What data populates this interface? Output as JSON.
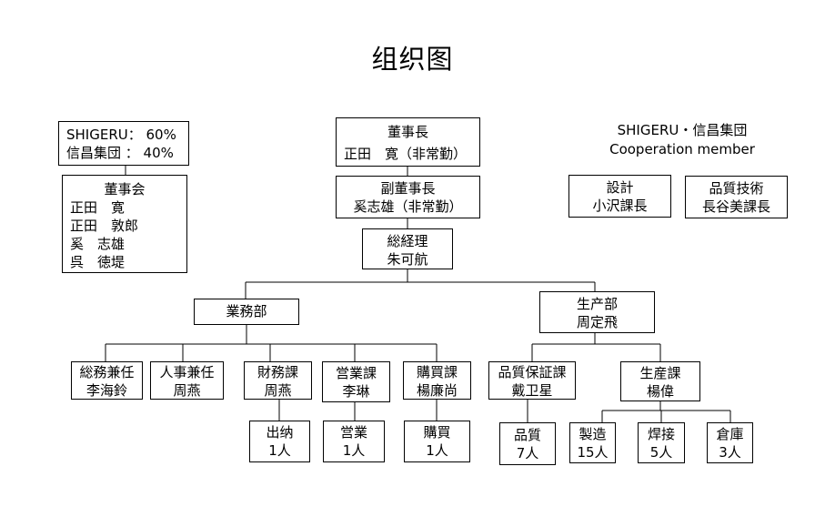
{
  "title": "组织图",
  "shareholders": [
    "SHIGERU： 60%",
    "信昌集団 ： 40%"
  ],
  "board": {
    "title": "董事会",
    "members": [
      "正田　寛",
      "正田　敦郎",
      "奚　志雄",
      "呉　徳堤"
    ]
  },
  "chairman": {
    "title": "董事長",
    "name": "正田　寛（非常勤）"
  },
  "vice_chairman": {
    "title": "副董事長",
    "name": "奚志雄（非常勤）"
  },
  "gm": {
    "title": "総経理",
    "name": "朱可航"
  },
  "coop": {
    "heading": "SHIGERU・信昌集団",
    "subheading": "Cooperation member",
    "design": {
      "title": "設計",
      "name": "小沢課長"
    },
    "quality_tech": {
      "title": "品質技術",
      "name": "長谷美課長"
    }
  },
  "business_dept": {
    "title": "業務部"
  },
  "production_dept": {
    "title": "生产部",
    "name": "周定飛"
  },
  "sections": {
    "general": {
      "title": "総務兼任",
      "name": "李海鈴"
    },
    "hr": {
      "title": "人事兼任",
      "name": "周燕"
    },
    "finance": {
      "title": "財務課",
      "name": "周燕"
    },
    "sales": {
      "title": "営業課",
      "name": "李琳"
    },
    "purchase": {
      "title": "購買課",
      "name": "楊廉尚"
    },
    "qa": {
      "title": "品質保証課",
      "name": "戴卫星"
    },
    "production": {
      "title": "生産課",
      "name": "楊偉"
    }
  },
  "units": {
    "cashier": {
      "title": "出纳",
      "count": "1人"
    },
    "sales": {
      "title": "営業",
      "count": "1人"
    },
    "purchase": {
      "title": "購買",
      "count": "1人"
    },
    "quality": {
      "title": "品質",
      "count": "7人"
    },
    "manufacturing": {
      "title": "製造",
      "count": "15人"
    },
    "welding": {
      "title": "焊接",
      "count": "5人"
    },
    "warehouse": {
      "title": "倉庫",
      "count": "3人"
    }
  }
}
